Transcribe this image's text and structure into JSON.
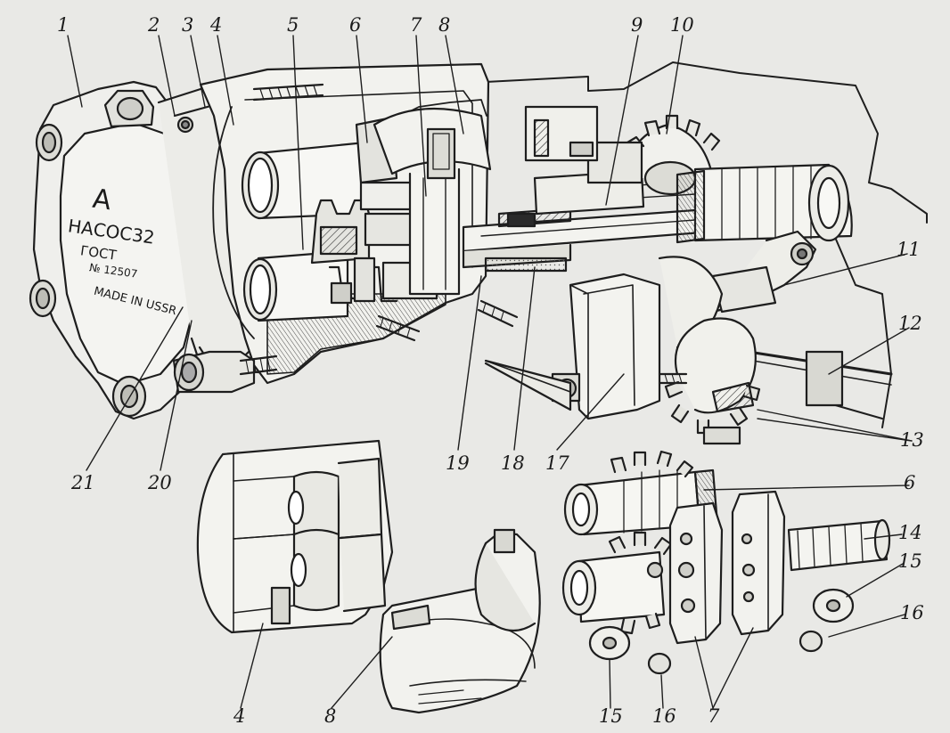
{
  "nameplate": {
    "logo_letter": "А",
    "line1": "НАСОС32",
    "line2": "ГОСТ",
    "line3": "№ 12507",
    "line4": "MADE IN USSR"
  },
  "callouts": [
    {
      "id": "c1",
      "text": "1"
    },
    {
      "id": "c2",
      "text": "2"
    },
    {
      "id": "c3",
      "text": "3"
    },
    {
      "id": "c4",
      "text": "4"
    },
    {
      "id": "c5",
      "text": "5"
    },
    {
      "id": "c6",
      "text": "6"
    },
    {
      "id": "c7",
      "text": "7"
    },
    {
      "id": "c8",
      "text": "8"
    },
    {
      "id": "c9",
      "text": "9"
    },
    {
      "id": "c10",
      "text": "10"
    },
    {
      "id": "c11",
      "text": "11"
    },
    {
      "id": "c12",
      "text": "12"
    },
    {
      "id": "c13",
      "text": "13"
    },
    {
      "id": "c17",
      "text": "17"
    },
    {
      "id": "c18",
      "text": "18"
    },
    {
      "id": "c19",
      "text": "19"
    },
    {
      "id": "c20",
      "text": "20"
    },
    {
      "id": "c21",
      "text": "21"
    },
    {
      "id": "c6b",
      "text": "6"
    },
    {
      "id": "c14",
      "text": "14"
    },
    {
      "id": "c15",
      "text": "15"
    },
    {
      "id": "c16",
      "text": "16"
    },
    {
      "id": "c4b",
      "text": "4"
    },
    {
      "id": "c8b",
      "text": "8"
    },
    {
      "id": "c15b",
      "text": "15"
    },
    {
      "id": "c16b",
      "text": "16"
    },
    {
      "id": "c7b",
      "text": "7"
    }
  ]
}
